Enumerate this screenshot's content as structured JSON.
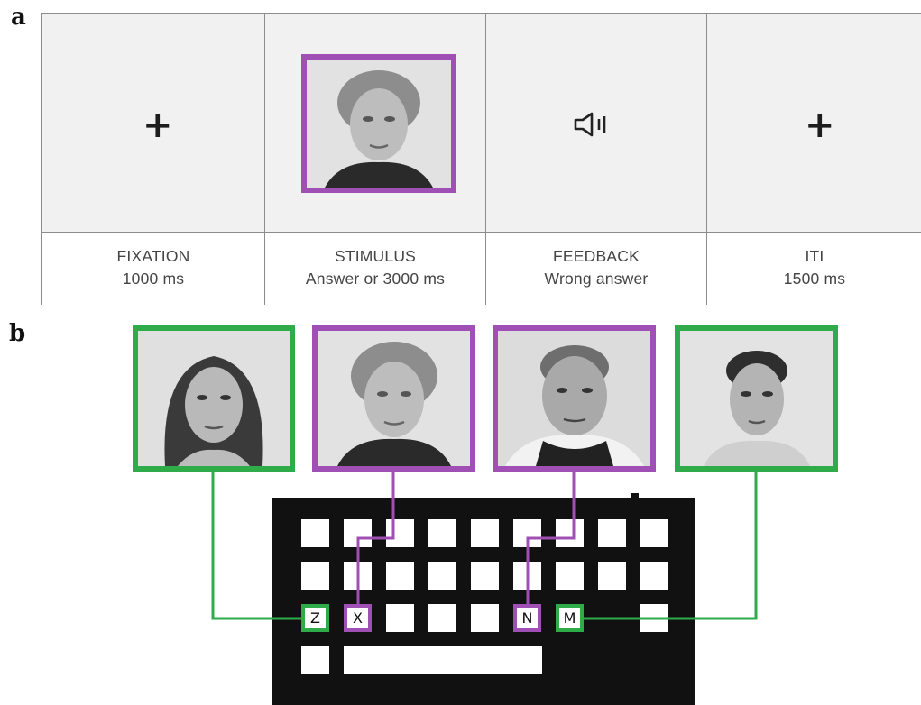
{
  "panel_a": {
    "label": "a",
    "stages": [
      {
        "name": "FIXATION",
        "detail": "1000 ms",
        "display": "+"
      },
      {
        "name": "STIMULUS",
        "detail": "Answer or 3000 ms",
        "display": "face"
      },
      {
        "name": "FEEDBACK",
        "detail": "Wrong answer",
        "display": "speaker-icon"
      },
      {
        "name": "ITI",
        "detail": "1500 ms",
        "display": "+"
      }
    ]
  },
  "panel_b": {
    "label": "b",
    "faces": [
      {
        "id": "young-woman",
        "group": "green"
      },
      {
        "id": "older-woman",
        "group": "purple"
      },
      {
        "id": "older-man",
        "group": "purple"
      },
      {
        "id": "young-man",
        "group": "green"
      }
    ],
    "keys": [
      {
        "label": "Z",
        "group": "green"
      },
      {
        "label": "X",
        "group": "purple"
      },
      {
        "label": "N",
        "group": "purple"
      },
      {
        "label": "M",
        "group": "green"
      }
    ]
  },
  "colors": {
    "purple": "#a050b4",
    "green": "#2fab4a",
    "screen_bg": "#f1f1f2",
    "keyboard": "#111111"
  }
}
